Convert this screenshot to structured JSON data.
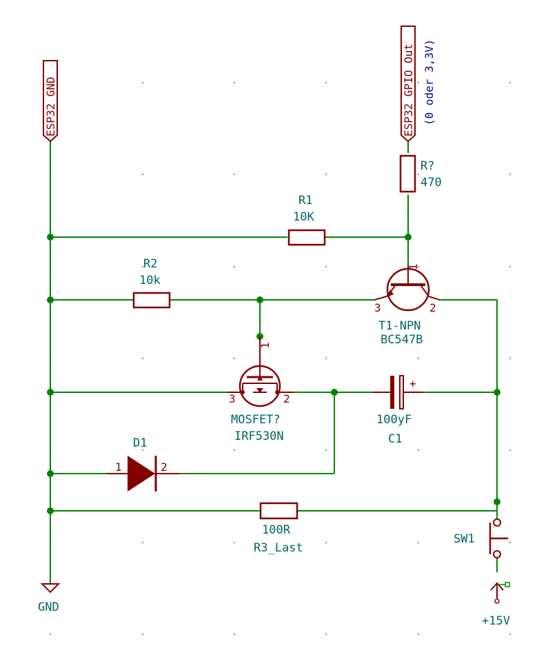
{
  "labels": {
    "gnd_label": "ESP32_GND",
    "gpio_label": "ESP32_GPIO_Out",
    "gpio_note": "(0 oder 3,3V)"
  },
  "components": {
    "r_base": {
      "ref": "R?",
      "value": "470"
    },
    "r1": {
      "ref": "R1",
      "value": "10K"
    },
    "r2": {
      "ref": "R2",
      "value": "10k"
    },
    "t1": {
      "ref": "T1-NPN",
      "value": "BC547B",
      "pin1": "1",
      "pin2": "2",
      "pin3": "3"
    },
    "mosfet": {
      "ref": "MOSFET?",
      "value": "IRF530N",
      "pin1": "1",
      "pin2": "2",
      "pin3": "3"
    },
    "c1": {
      "ref": "C1",
      "value": "100yF",
      "plus": "+"
    },
    "d1": {
      "ref": "D1",
      "pin1": "1",
      "pin2": "2"
    },
    "r3": {
      "ref": "R3_Last",
      "value": "100R"
    },
    "sw1": {
      "ref": "SW1"
    }
  },
  "power": {
    "gnd": "GND",
    "vcc": "+15V"
  },
  "colors": {
    "wire": "#008400",
    "component": "#840000",
    "reference": "#006464",
    "note": "#0000a0"
  }
}
